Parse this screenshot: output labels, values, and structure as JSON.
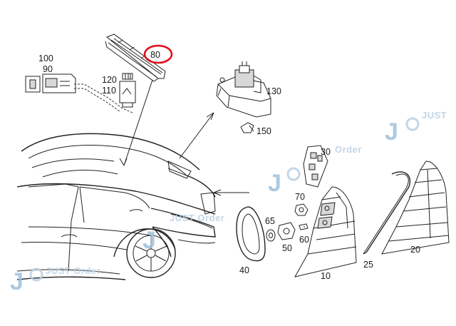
{
  "labels": {
    "p100": "100",
    "p90": "90",
    "p80": "80",
    "p120": "120",
    "p110": "110",
    "p130": "130",
    "p150": "150",
    "p30": "30",
    "p70": "70",
    "p65": "65",
    "p60": "60",
    "p50": "50",
    "p40": "40",
    "p10": "10",
    "p25": "25",
    "p20": "20"
  },
  "watermark": {
    "brand": "JUST Order",
    "brand_top": "JUST",
    "brand_top2": "Order",
    "letter": "J"
  },
  "highlight_color": "#e0101a",
  "watermark_color": "#9fc0dd"
}
